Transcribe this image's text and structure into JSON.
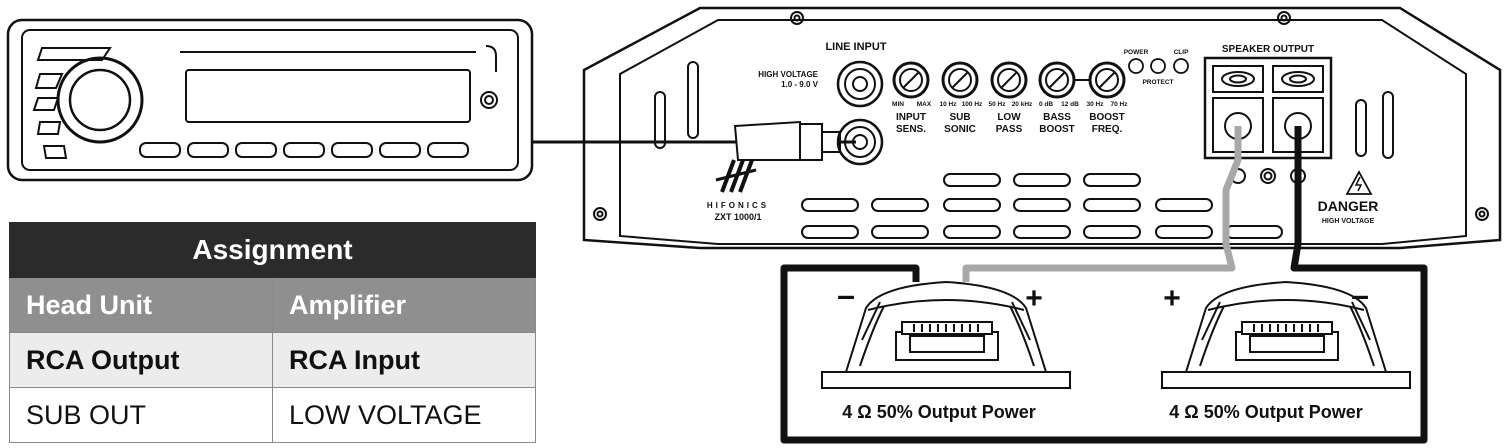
{
  "amplifier": {
    "line_input_label": "LINE INPUT",
    "high_voltage_label": "HIGH VOLTAGE",
    "voltage_range": "1.0 - 9.0 V",
    "knobs": [
      {
        "name": "INPUT",
        "name2": "SENS.",
        "min": "MIN",
        "max": "MAX"
      },
      {
        "name": "SUB",
        "name2": "SONIC",
        "min": "10 Hz",
        "max": "100 Hz"
      },
      {
        "name": "LOW",
        "name2": "PASS",
        "min": "50 Hz",
        "max": "20 kHz"
      },
      {
        "name": "BASS",
        "name2": "BOOST",
        "min": "0 dB",
        "max": "12 dB"
      },
      {
        "name": "BOOST",
        "name2": "FREQ.",
        "min": "30 Hz",
        "max": "70 Hz"
      }
    ],
    "leds": {
      "power": "POWER",
      "protect": "PROTECT",
      "clip": "CLIP"
    },
    "speaker_output_label": "SPEAKER OUTPUT",
    "brand": "HIFONICS",
    "model": "ZXT 1000/1",
    "danger_label": "DANGER",
    "danger_sub": "HIGH VOLTAGE"
  },
  "speakers": [
    {
      "caption": "4 Ω 50% Output Power",
      "left_sign": "–",
      "right_sign": "+"
    },
    {
      "caption": "4 Ω 50% Output Power",
      "left_sign": "+",
      "right_sign": "–"
    }
  ],
  "table": {
    "title": "Assignment",
    "headers": [
      "Head Unit",
      "Amplifier"
    ],
    "rows": [
      [
        "RCA Output",
        "RCA Input"
      ],
      [
        "SUB OUT",
        "LOW VOLTAGE"
      ]
    ]
  },
  "colors": {
    "wire_positive": "#111111",
    "wire_negative": "#a8a8a8",
    "table_title_bg": "#2b2b2b",
    "table_header_bg": "#8f8f8f"
  }
}
